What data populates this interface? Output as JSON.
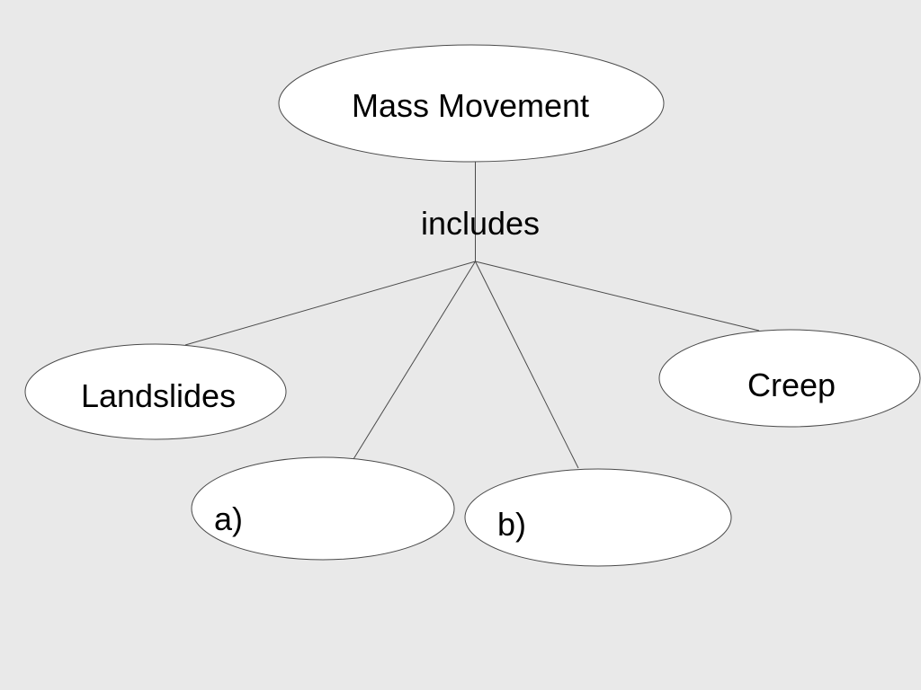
{
  "theme": {
    "background_color": "#e9e9e9",
    "node_fill": "#ffffff",
    "node_stroke": "#4a4a4a",
    "connector_color": "#4a4a4a",
    "text_color": "#000000"
  },
  "diagram": {
    "type": "concept-map",
    "root": {
      "label": "Mass Movement"
    },
    "connector_label": "includes",
    "children": [
      {
        "label": "Landslides"
      },
      {
        "label": "a)"
      },
      {
        "label": "b)"
      },
      {
        "label": "Creep"
      }
    ]
  }
}
